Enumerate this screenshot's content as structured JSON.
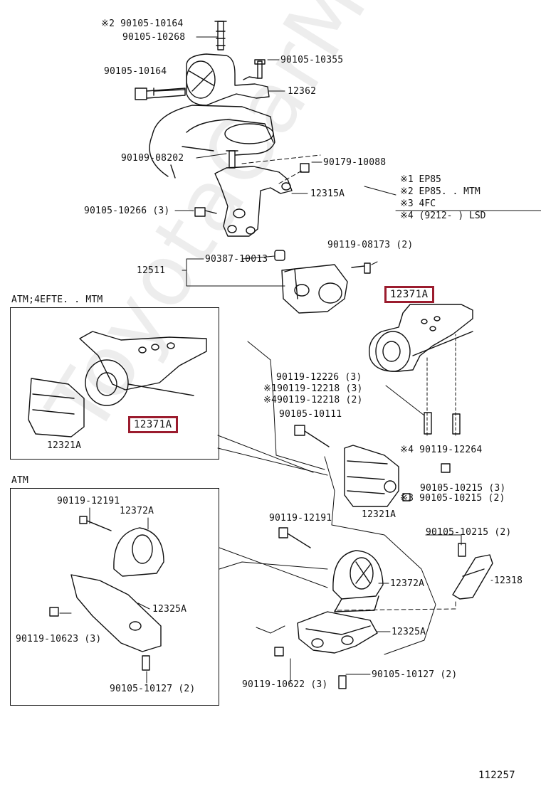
{
  "diagram_id": "112257",
  "watermark": "ToyotaCarMine.ru",
  "legend": [
    "※1 EP85",
    "※2 EP85. . MTM",
    "※3 4FC",
    "※4 (9212-      ) LSD"
  ],
  "boxes": {
    "atm_4efte_mtm": "ATM;4EFTE. . MTM",
    "atm": "ATM"
  },
  "highlighted_parts": {
    "main": "12371A",
    "inset": "12371A"
  },
  "labels": {
    "l_90105_10164_top": "※2 90105-10164",
    "l_90105_10268": "90105-10268",
    "l_90105_10355": "90105-10355",
    "l_90105_10164": "90105-10164",
    "l_12362": "12362",
    "l_90109_08202": "90109-08202",
    "l_90179_10088": "90179-10088",
    "l_12315A": "12315A",
    "l_90105_10266": "90105-10266 (3)",
    "l_90387_10013": "90387-10013",
    "l_12511": "12511",
    "l_90119_08173": "90119-08173 (2)",
    "l_12321A_inset": "12321A",
    "l_90119_12226": "90119-12226 (3)",
    "l_90119_12218_1": "※190119-12218 (3)",
    "l_90119_12218_4": "※490119-12218 (2)",
    "l_90105_10111": "90105-10111",
    "l_90119_12264": "※4 90119-12264",
    "l_90105_10215_3": "90105-10215 (3)",
    "l_90105_10215_2b": "※3 90105-10215 (2)",
    "l_12321A": "12321A",
    "l_90119_12191_box": "90119-12191",
    "l_12372A_box": "12372A",
    "l_90119_12191": "90119-12191",
    "l_90105_10215_2": "90105-10215 (2)",
    "l_12325A_box": "12325A",
    "l_12372A": "12372A",
    "l_12318": "12318",
    "l_90119_10623": "90119-10623 (3)",
    "l_12325A": "12325A",
    "l_90105_10127_box": "90105-10127 (2)",
    "l_90119_10622": "90119-10622 (3)",
    "l_90105_10127": "90105-10127 (2)"
  }
}
